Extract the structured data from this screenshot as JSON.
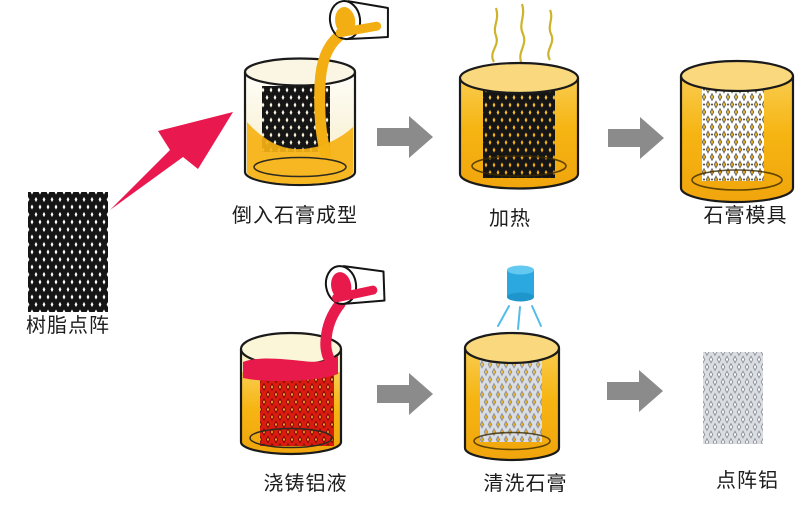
{
  "figure": {
    "title_none": "",
    "steps": [
      {
        "id": "resin-lattice",
        "label": "树脂点阵",
        "row": 1
      },
      {
        "id": "pour-plaster",
        "label": "倒入石膏成型",
        "row": 1
      },
      {
        "id": "heat",
        "label": "加热",
        "row": 1
      },
      {
        "id": "plaster-mold",
        "label": "石膏模具",
        "row": 1
      },
      {
        "id": "cast-aluminum",
        "label": "浇铸铝液",
        "row": 2
      },
      {
        "id": "wash-plaster",
        "label": "清洗石膏",
        "row": 2
      },
      {
        "id": "aluminum-lattice",
        "label": "点阵铝",
        "row": 2
      }
    ],
    "icons": [
      "red-flow-arrow-icon",
      "gray-flow-arrow-icon",
      "pour-cup-icon",
      "heat-wave-icon",
      "spray-nozzle-icon",
      "beaker-icon",
      "lattice-figure"
    ],
    "colors": {
      "background": "#FFFFFF",
      "liquid_gold": "#F6B513",
      "liquid_gold_light": "#FAD87E",
      "pour_yellow": "#F2AE12",
      "molten_red": "#E8194B",
      "flow_arrow_red": "#E9184F",
      "flow_arrow_gray": "#8B8B8B",
      "lattice_black": "#151515",
      "lattice_red": "#DA1B10",
      "lattice_white": "#FFFFFF",
      "lattice_silver": "#DADDE1",
      "spray_blue": "#2BA8DF",
      "heat_wave_yellow": "#CDB42B",
      "outline": "#1A1A1A",
      "text": "#1C1C1C"
    }
  }
}
